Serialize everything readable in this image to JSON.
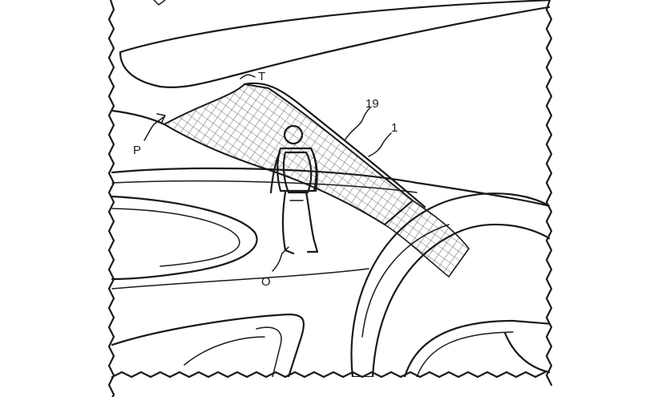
{
  "figure": {
    "labels": {
      "t": "T",
      "ref_19": "19",
      "ref_1": "1",
      "p": "P",
      "o": "O"
    }
  }
}
